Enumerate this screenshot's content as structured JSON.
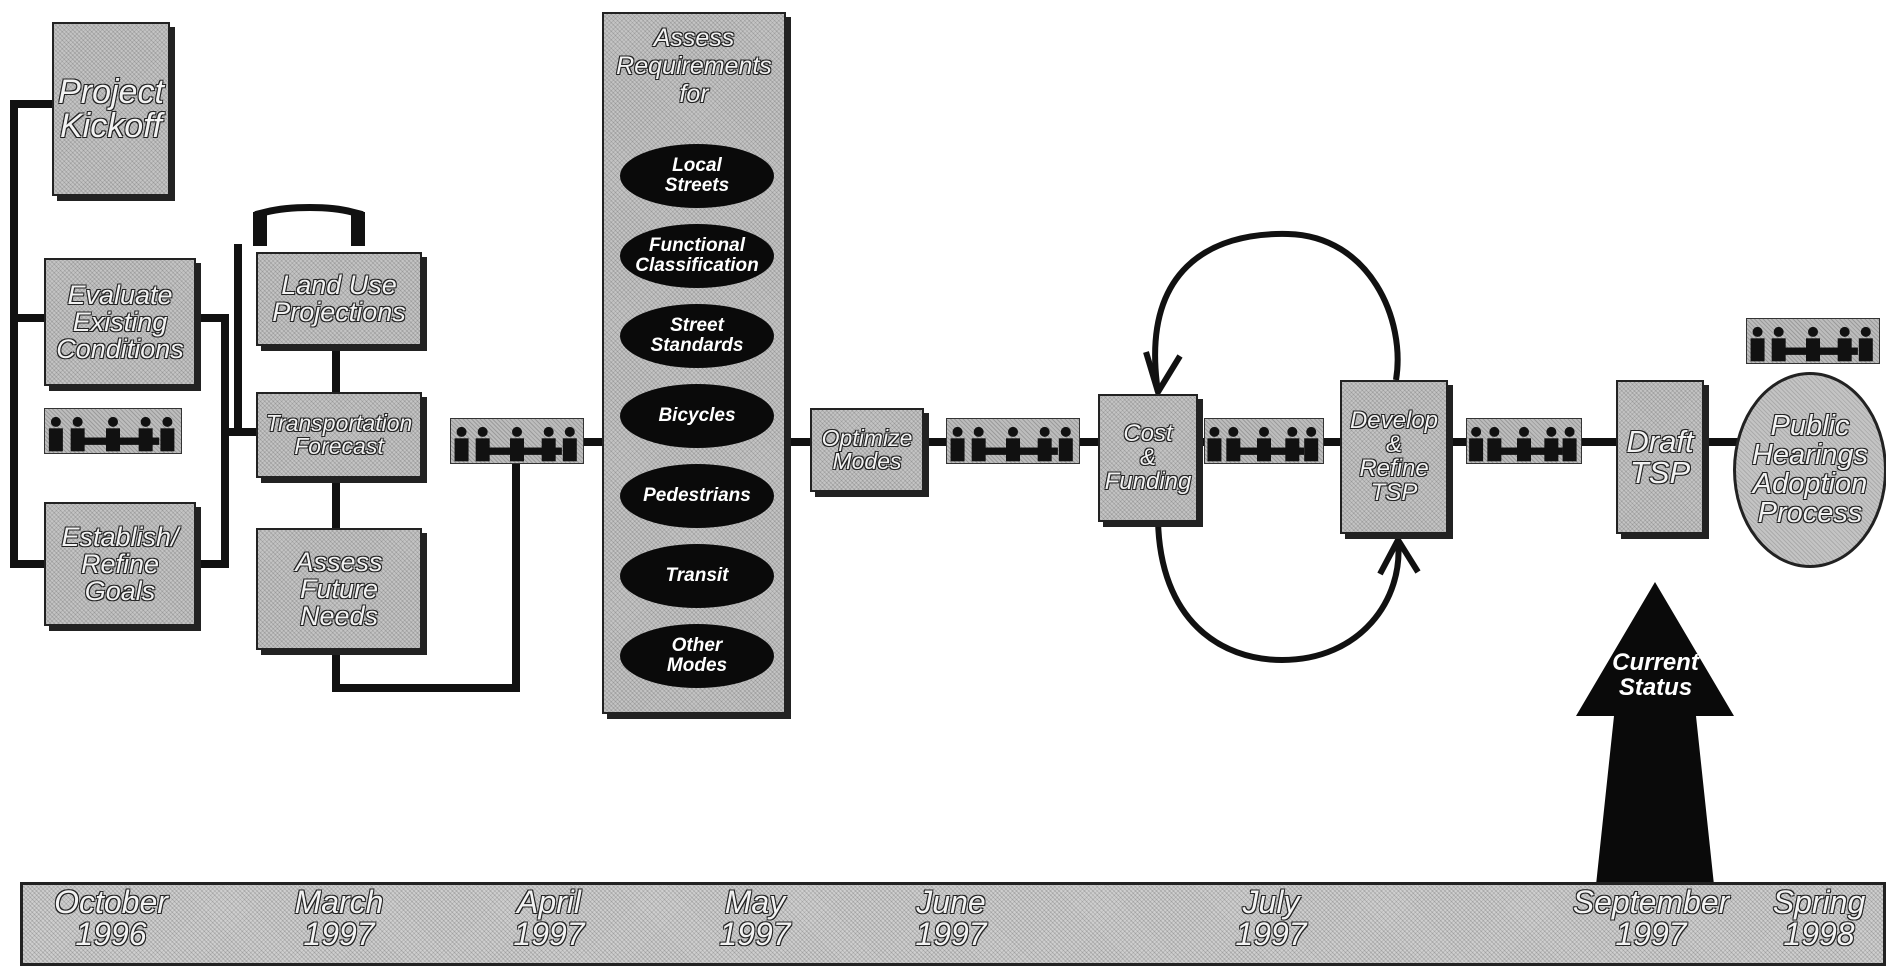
{
  "boxes": {
    "project_kickoff": "Project\nKickoff",
    "evaluate_conditions": "Evaluate\nExisting\nConditions",
    "establish_goals": "Establish/\nRefine\nGoals",
    "land_use": "Land Use\nProjections",
    "transportation_forecast": "Transportation\nForecast",
    "assess_future": "Assess\nFuture\nNeeds",
    "optimize_modes": "Optimize\nModes",
    "cost_funding": "Cost\n&\nFunding",
    "develop_refine": "Develop\n&\nRefine\nTSP",
    "draft_tsp": "Draft\nTSP"
  },
  "requirements": {
    "title": "Assess\nRequirements\nfor",
    "items": [
      "Local\nStreets",
      "Functional\nClassification",
      "Street\nStandards",
      "Bicycles",
      "Pedestrians",
      "Transit",
      "Other\nModes"
    ]
  },
  "public_hearings": "Public\nHearings\nAdoption\nProcess",
  "current_status": "Current\nStatus",
  "timeline": [
    "October\n1996",
    "March\n1997",
    "April\n1997",
    "May\n1997",
    "June\n1997",
    "July\n1997",
    "September\n1997",
    "Spring\n1998"
  ]
}
